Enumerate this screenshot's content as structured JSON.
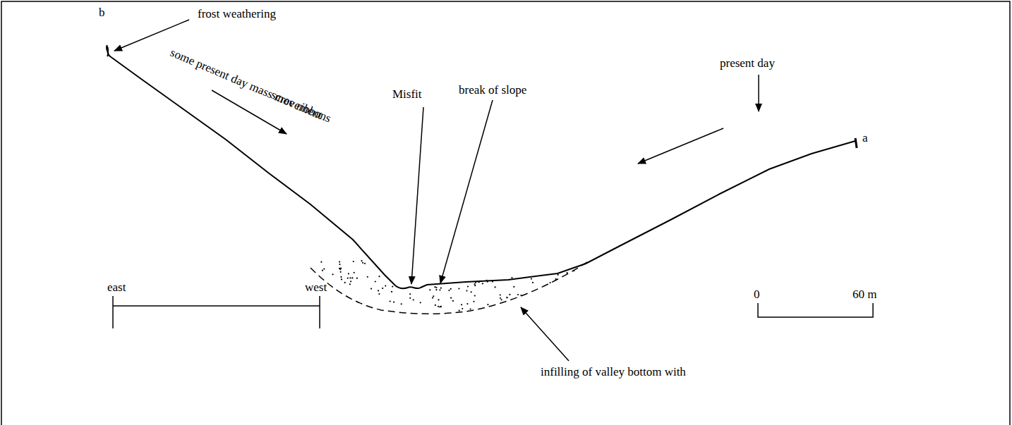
{
  "diagram": {
    "labels": [
      "b",
      "frost weathering",
      "some present day mass movement",
      "scree ribbons",
      "Misfit",
      "break of slope",
      "present day",
      "a",
      "0",
      "60 m",
      "east",
      "west",
      "infilling of valley bottom with"
    ]
  }
}
